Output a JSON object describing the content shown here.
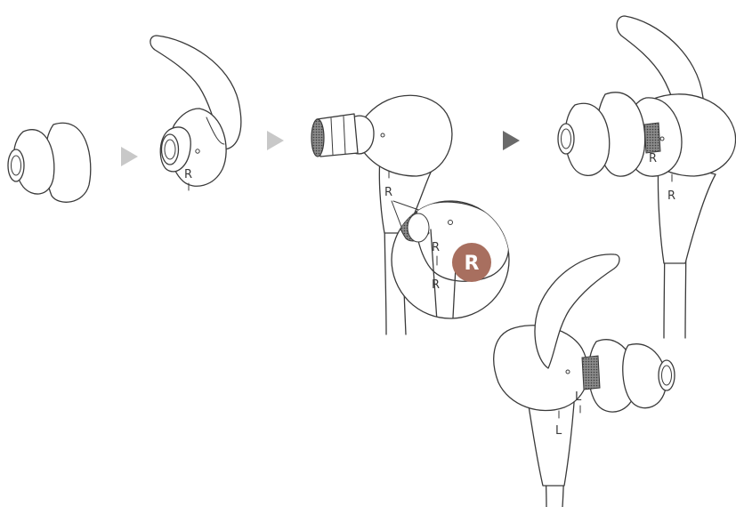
{
  "colors": {
    "line": "#3a3a3a",
    "arrow": "#c8c8c8",
    "arrow_dark": "#6a6a6a",
    "badge": "#a86f5f",
    "mesh": "#6d6d6d"
  },
  "icons": [
    "step-arrow-icon",
    "right-badge-icon"
  ],
  "labels": {
    "right": "R",
    "left": "L",
    "badge": "R"
  }
}
